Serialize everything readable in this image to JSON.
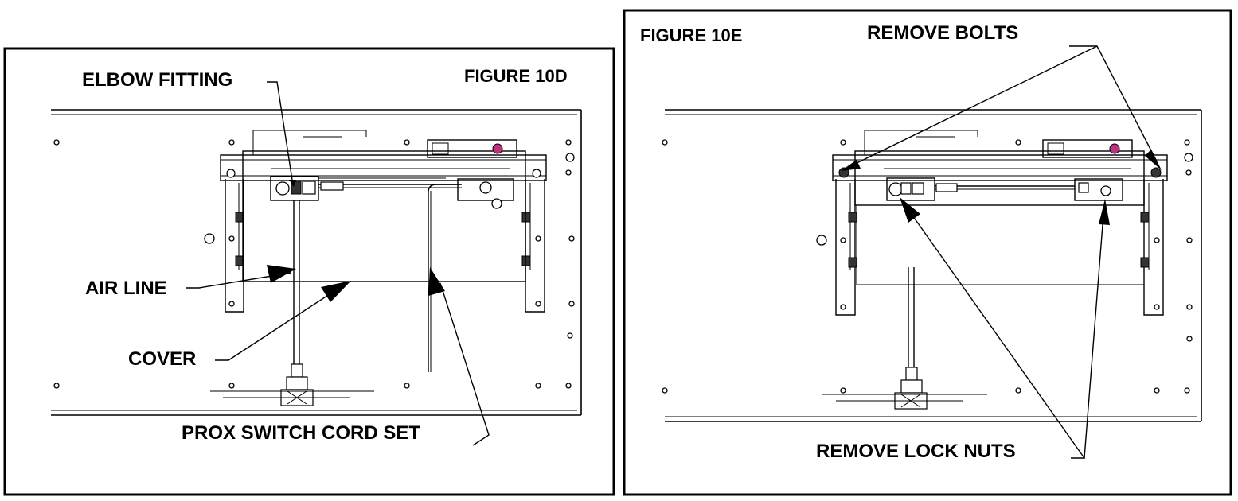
{
  "figure_10d": {
    "title": "FIGURE 10D",
    "labels": {
      "elbow_fitting": "ELBOW FITTING",
      "air_line": "AIR LINE",
      "cover": "COVER",
      "prox_switch_cord_set": "PROX SWITCH CORD SET"
    }
  },
  "figure_10e": {
    "title": "FIGURE 10E",
    "labels": {
      "remove_bolts": "REMOVE BOLTS",
      "remove_lock_nuts": "REMOVE LOCK NUTS"
    }
  },
  "colors": {
    "line": "#000000",
    "sensor_accent": "#c03080",
    "background": "#ffffff"
  }
}
